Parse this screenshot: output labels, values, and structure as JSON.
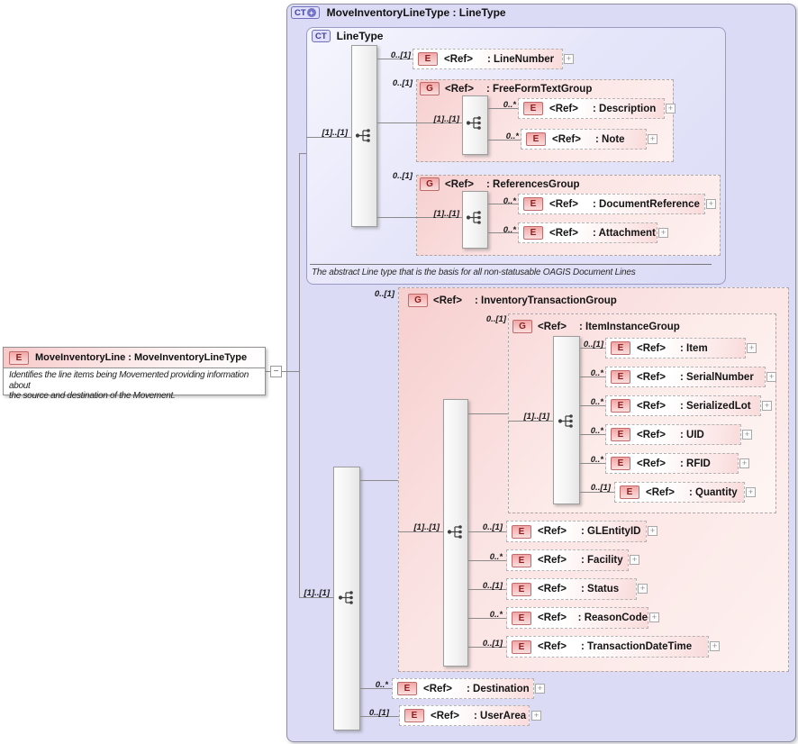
{
  "glyphs": {
    "e_badge": "E",
    "g_badge": "G",
    "ct_badge": "CT",
    "plus": "+",
    "minus": "−",
    "ref": "<Ref>"
  },
  "colors": {
    "panel_lavender": "#dbdbf6",
    "base_lavender": "#e6e6fa",
    "group_pink": "#f7cfcf",
    "badge_red_text": "#8b1f1f",
    "badge_purple_text": "#3d3d9e",
    "connector_gray": "#8a8a8a"
  },
  "root_element": {
    "title": "MoveInventoryLine : MoveInventoryLineType",
    "description_line1": "Identifies the line items being Movemented providing information about",
    "description_line2": "the source and destination of the Movement."
  },
  "complex_type": {
    "title": "MoveInventoryLineType : LineType"
  },
  "base_type": {
    "name": "LineType",
    "seq_card": "[1]..[1]",
    "annotation": "The abstract Line type that is the basis for all non-statusable OAGIS Document Lines",
    "line_number": {
      "name": ": LineNumber",
      "card": "0..[1]"
    },
    "free_form_text_group": {
      "name": ": FreeFormTextGroup",
      "card": "0..[1]",
      "seq_card": "[1]..[1]",
      "description": {
        "name": ": Description",
        "card": "0..*"
      },
      "note": {
        "name": ": Note",
        "card": "0..*"
      }
    },
    "references_group": {
      "name": ": ReferencesGroup",
      "card": "0..[1]",
      "seq_card": "[1]..[1]",
      "document_reference": {
        "name": ": DocumentReference",
        "card": "0..*"
      },
      "attachment": {
        "name": ": Attachment",
        "card": "0..*"
      }
    }
  },
  "extension": {
    "seq_card": "[1]..[1]",
    "inventory_transaction_group": {
      "name": ": InventoryTransactionGroup",
      "card": "0..[1]",
      "seq_card": "[1]..[1]",
      "item_instance_group": {
        "name": ": ItemInstanceGroup",
        "card": "0..[1]",
        "seq_card": "[1]..[1]",
        "item": {
          "name": ": Item",
          "card": "0..[1]"
        },
        "serial_number": {
          "name": ": SerialNumber",
          "card": "0..*"
        },
        "serialized_lot": {
          "name": ": SerializedLot",
          "card": "0..*"
        },
        "uid": {
          "name": ": UID",
          "card": "0..*"
        },
        "rfid": {
          "name": ": RFID",
          "card": "0..*"
        },
        "quantity": {
          "name": ": Quantity",
          "card": "0..[1]"
        }
      },
      "gl_entity_id": {
        "name": ": GLEntityID",
        "card": "0..[1]"
      },
      "facility": {
        "name": ": Facility",
        "card": "0..*"
      },
      "status": {
        "name": ": Status",
        "card": "0..[1]"
      },
      "reason_code": {
        "name": ": ReasonCode",
        "card": "0..*"
      },
      "transaction_date_time": {
        "name": ": TransactionDateTime",
        "card": "0..[1]"
      }
    },
    "destination": {
      "name": ": Destination",
      "card": "0..*"
    },
    "user_area": {
      "name": ": UserArea",
      "card": "0..[1]"
    }
  }
}
